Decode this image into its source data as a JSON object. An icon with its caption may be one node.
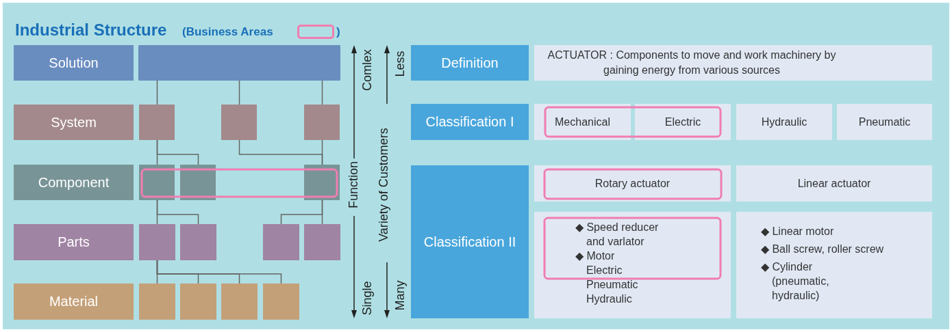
{
  "diagram": {
    "title": "Industrial Structure",
    "nodes": [
      {
        "text": [
          "Solution"
        ]
      },
      {
        "text": [],
        "shape": "bar"
      },
      {
        "text": [
          "System"
        ]
      },
      {
        "text": [],
        "shape": "box"
      },
      {
        "text": [],
        "shape": "box"
      },
      {
        "text": [],
        "shape": "box"
      },
      {
        "text": [
          "Component"
        ]
      },
      {
        "text": [],
        "shape": "box"
      },
      {
        "text": [],
        "shape": "box"
      },
      {
        "text": [],
        "shape": "box"
      },
      {
        "text": [
          "Parts"
        ]
      },
      {
        "text": [],
        "shape": "box"
      },
      {
        "text": [],
        "shape": "box"
      },
      {
        "text": [],
        "shape": "box"
      },
      {
        "text": [],
        "shape": "box"
      },
      {
        "text": [
          "Material"
        ]
      },
      {
        "text": [],
        "shape": "box"
      },
      {
        "text": [],
        "shape": "box"
      },
      {
        "text": [],
        "shape": "box"
      },
      {
        "text": [],
        "shape": "box"
      },
      {
        "text": [
          "Definition"
        ]
      },
      {
        "text": [
          "ACTUATOR : Components to move and work machinery by gaining energy from various sources"
        ]
      },
      {
        "text": [
          "Classification I"
        ]
      },
      {
        "text": [
          "Mechanical"
        ]
      },
      {
        "text": [
          "Electric"
        ]
      },
      {
        "text": [
          "Hydraulic"
        ]
      },
      {
        "text": [
          "Pneumatic"
        ]
      },
      {
        "text": [
          "Classification II"
        ]
      },
      {
        "text": [
          "Rotary actuator"
        ]
      },
      {
        "text": [
          "Linear actuator"
        ]
      },
      {
        "text": [
          "◆ Speed reducer and varlator",
          "◆ Motor",
          "Electric",
          "Pneumatic",
          "Hydraulic"
        ]
      },
      {
        "text": [
          "◆ Linear motor",
          "◆ Ball screw, roller screw",
          "◆ Cylinder (pneumatic, hydraulic)"
        ]
      }
    ],
    "edges": [
      {
        "from": 1,
        "to": 3,
        "arrow": "none"
      },
      {
        "from": 1,
        "to": 4,
        "arrow": "none"
      },
      {
        "from": 1,
        "to": 5,
        "arrow": "none"
      },
      {
        "from": 3,
        "to": 7,
        "arrow": "none"
      },
      {
        "from": 3,
        "to": 8,
        "arrow": "none"
      },
      {
        "from": 4,
        "to": 9,
        "arrow": "none"
      },
      {
        "from": 5,
        "to": 9,
        "arrow": "none"
      },
      {
        "from": 7,
        "to": 11,
        "arrow": "none"
      },
      {
        "from": 7,
        "to": 12,
        "arrow": "none"
      },
      {
        "from": 9,
        "to": 13,
        "arrow": "none"
      },
      {
        "from": 9,
        "to": 14,
        "arrow": "none"
      },
      {
        "from": 11,
        "to": 16,
        "arrow": "none"
      },
      {
        "from": 11,
        "to": 17,
        "arrow": "none"
      },
      {
        "from": 11,
        "to": 18,
        "arrow": "none"
      },
      {
        "from": 11,
        "to": 19,
        "arrow": "none"
      }
    ],
    "labels": [
      ")",
      "Comlex",
      "Function",
      "Single",
      "Less",
      "Variety of Customers",
      "Many"
    ],
    "legend": [
      {
        "text": "(Business Areas"
      }
    ]
  }
}
